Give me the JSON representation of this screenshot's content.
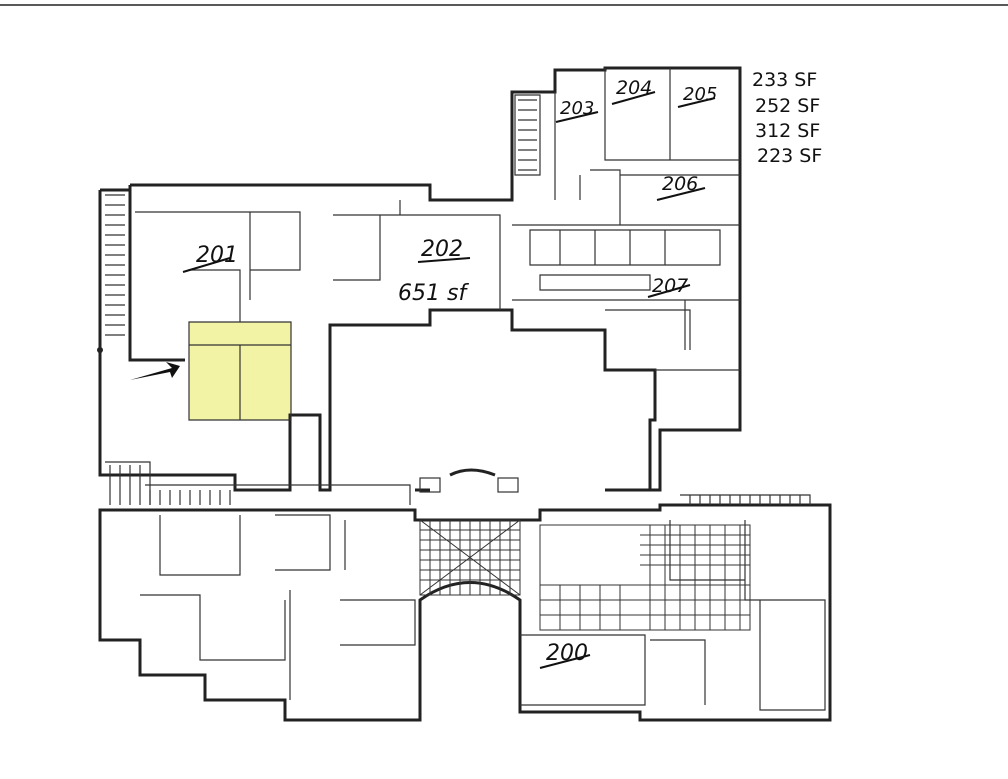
{
  "plan": {
    "highlight_color": "#f3f3a6",
    "rooms": [
      {
        "number": "201"
      },
      {
        "number": "202",
        "area": "651 sf"
      },
      {
        "number": "203"
      },
      {
        "number": "204"
      },
      {
        "number": "205"
      },
      {
        "number": "206"
      },
      {
        "number": "207"
      },
      {
        "number": "200"
      }
    ],
    "area_list": [
      "233 SF",
      "252 SF",
      "312 SF",
      "223 SF"
    ],
    "entry_arrow": "arrow-icon"
  }
}
